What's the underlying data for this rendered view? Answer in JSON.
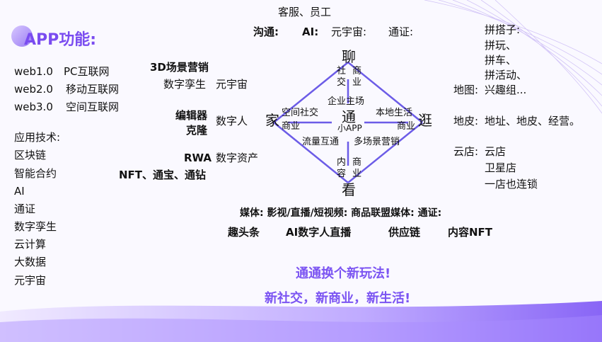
{
  "title": "APP功能:",
  "web_eras": [
    {
      "name": "web1.0",
      "desc": "PC互联网"
    },
    {
      "name": "web2.0",
      "desc": "移动互联网"
    },
    {
      "name": "web3.0",
      "desc": "空间互联网"
    }
  ],
  "tech": {
    "heading": "应用技术:",
    "items": [
      "区块链",
      "智能合约",
      "AI",
      "通证",
      "数字孪生",
      "云计算",
      "大数据",
      "元宇宙"
    ]
  },
  "top": {
    "line1": "客服、员工",
    "labels": [
      "沟通:",
      "AI:",
      "元宇宙:",
      "通证:"
    ]
  },
  "left_features": [
    {
      "left": "3D场景营销",
      "right": ""
    },
    {
      "left": "数字孪生",
      "right": "元宇宙"
    },
    {
      "left": "编辑器",
      "right": "数字人"
    },
    {
      "left": "克隆",
      "right": ""
    },
    {
      "left": "RWA",
      "right": "数字资产"
    },
    {
      "left": "NFT、通宝、通钻",
      "right": ""
    }
  ],
  "diagram": {
    "top": "聊",
    "bottom": "看",
    "left": "家",
    "right": "逛",
    "center": "通",
    "center_sub": "小APP",
    "top_inner_a": "社交",
    "top_inner_b": "商业",
    "bottom_inner_a": "内容",
    "bottom_inner_b": "商业",
    "enterprise": "企业主场",
    "left_a": "空间社交",
    "left_b": "商业",
    "right_a": "本地生活",
    "right_b": "商业",
    "traffic": "流量互通",
    "multi": "多场景营销"
  },
  "media": {
    "line1": "媒体: 影视/直播/短视频: 商品联盟媒体: 通证:",
    "items": [
      "趣头条",
      "AI数字人直播",
      "供应链",
      "内容NFT"
    ]
  },
  "right": {
    "pin_label": "拼搭子:",
    "pin_items": [
      "拼玩、",
      "拼车、",
      "拼活动、",
      "兴趣组..."
    ],
    "map_label": "地图:",
    "land_label": "地皮:",
    "land_value": "地址、地皮、经营。",
    "store_label": "云店:",
    "store_items": [
      "云店",
      "卫星店",
      "一店也连锁"
    ]
  },
  "slogan": {
    "line1": "通通换个新玩法!",
    "line2": "新社交，新商业，新生活!"
  },
  "colors": {
    "accent": "#7a4cf0",
    "line": "#6c5ce7"
  }
}
